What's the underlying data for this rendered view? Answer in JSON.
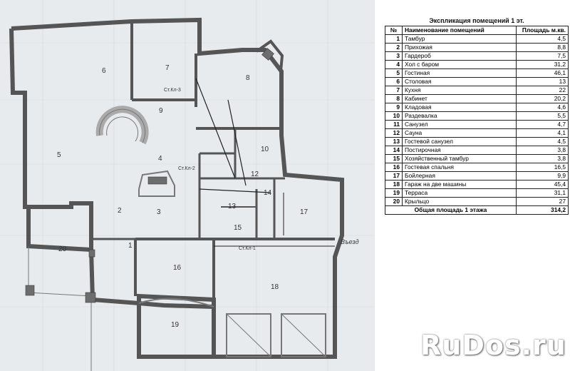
{
  "plan": {
    "rooms": [
      {
        "label": "1"
      },
      {
        "label": "2"
      },
      {
        "label": "3"
      },
      {
        "label": "4"
      },
      {
        "label": "5"
      },
      {
        "label": "6"
      },
      {
        "label": "7"
      },
      {
        "label": "8"
      },
      {
        "label": "9"
      },
      {
        "label": "10"
      },
      {
        "label": "12"
      },
      {
        "label": "13"
      },
      {
        "label": "14"
      },
      {
        "label": "15"
      },
      {
        "label": "16"
      },
      {
        "label": "17"
      },
      {
        "label": "18"
      },
      {
        "label": "19"
      },
      {
        "label": "20"
      }
    ],
    "annotations": {
      "stkl3": "Ст.Кл-3",
      "stkl2": "Ст.Кл-2",
      "stkl1": "Ст.Кл-1",
      "vbd": "Въезд"
    }
  },
  "table": {
    "title": "Экспликация помещений 1 эт.",
    "headers": {
      "num": "№",
      "name": "Наименование помещений",
      "area": "Площадь м.кв."
    },
    "rows": [
      {
        "num": "1",
        "name": "Тамбур",
        "area": "4,5"
      },
      {
        "num": "2",
        "name": "Прихожая",
        "area": "8,8"
      },
      {
        "num": "3",
        "name": "Гардероб",
        "area": "7,5"
      },
      {
        "num": "4",
        "name": "Хол с баром",
        "area": "31,2"
      },
      {
        "num": "5",
        "name": "Гостиная",
        "area": "46,1"
      },
      {
        "num": "6",
        "name": "Столовая",
        "area": "13"
      },
      {
        "num": "7",
        "name": "Кухня",
        "area": "22"
      },
      {
        "num": "8",
        "name": "Кабинет",
        "area": "20,2"
      },
      {
        "num": "9",
        "name": "Кладовая",
        "area": "4,6"
      },
      {
        "num": "10",
        "name": "Раздевалка",
        "area": "5,5"
      },
      {
        "num": "11",
        "name": "Санузел",
        "area": "4,7"
      },
      {
        "num": "12",
        "name": "Сауна",
        "area": "4,1"
      },
      {
        "num": "13",
        "name": "Гостевой санузел",
        "area": "4,5"
      },
      {
        "num": "14",
        "name": "Постирочная",
        "area": "3,8"
      },
      {
        "num": "15",
        "name": "Хозяйственный тамбур",
        "area": "3,8"
      },
      {
        "num": "16",
        "name": "Гостевая спальня",
        "area": "16,5"
      },
      {
        "num": "17",
        "name": "Бойлерная",
        "area": "9,9"
      },
      {
        "num": "18",
        "name": "Гараж на две машины",
        "area": "45,4"
      },
      {
        "num": "19",
        "name": "Терраса",
        "area": "31,1"
      },
      {
        "num": "20",
        "name": "Крыльцо",
        "area": "27"
      }
    ],
    "total": {
      "label": "Общая площадь 1 этажа",
      "area": "314,2"
    }
  },
  "watermark": {
    "text": "RuDos.ru"
  }
}
